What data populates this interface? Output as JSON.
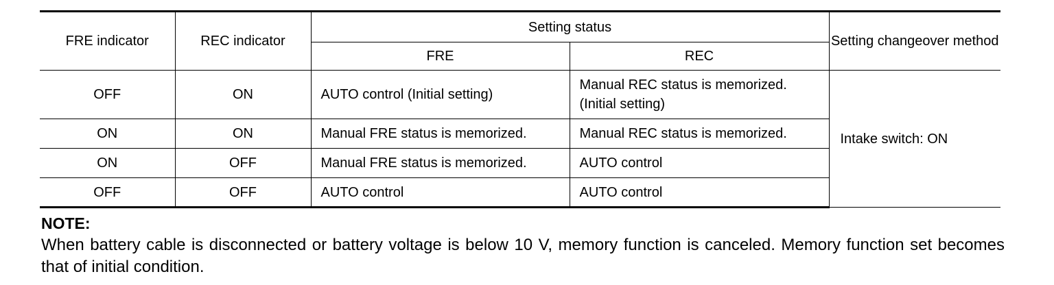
{
  "table": {
    "headers": {
      "fre_indicator": "FRE indicator",
      "rec_indicator": "REC indicator",
      "setting_status": "Setting status",
      "setting_fre": "FRE",
      "setting_rec": "REC",
      "changeover_method": "Setting changeover method"
    },
    "rows": [
      {
        "fre_indicator": "OFF",
        "rec_indicator": "ON",
        "fre_status": "AUTO control (Initial setting)",
        "rec_status_line1": "Manual REC status is memorized.",
        "rec_status_line2": "(Initial setting)"
      },
      {
        "fre_indicator": "ON",
        "rec_indicator": "ON",
        "fre_status": "Manual FRE status is memorized.",
        "rec_status": "Manual REC status is memorized."
      },
      {
        "fre_indicator": "ON",
        "rec_indicator": "OFF",
        "fre_status": "Manual FRE status is memorized.",
        "rec_status": "AUTO control"
      },
      {
        "fre_indicator": "OFF",
        "rec_indicator": "OFF",
        "fre_status": "AUTO control",
        "rec_status": "AUTO control"
      }
    ],
    "changeover_method_value": "Intake switch: ON"
  },
  "note": {
    "title": "NOTE:",
    "text": "When battery cable is disconnected or battery voltage is below 10 V, memory function is canceled. Memory function set becomes that of initial condition."
  }
}
